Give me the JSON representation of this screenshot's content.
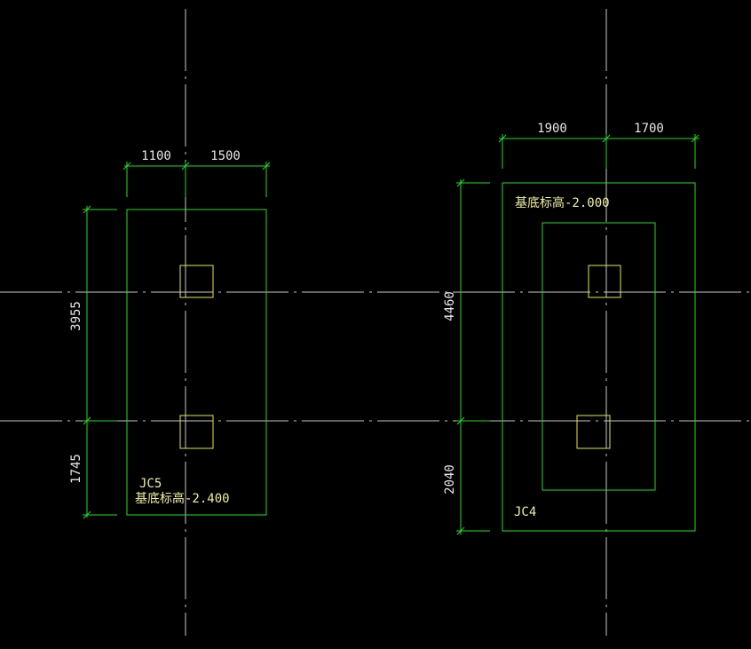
{
  "colors": {
    "background": "#000000",
    "axis": "#c8c8c8",
    "outline": "#22dd22",
    "column": "#e8e84a",
    "text": "#e8e8e8",
    "cad_text": "#f0f0a0"
  },
  "foundations": [
    {
      "id": "JC5",
      "label": "JC5",
      "elevation_text": "基底标高-2.400",
      "dim_top_left": "1100",
      "dim_top_right": "1500",
      "dim_side_upper": "3955",
      "dim_side_lower": "1745"
    },
    {
      "id": "JC4",
      "label": "JC4",
      "elevation_text": "基底标高-2.000",
      "dim_top_left": "1900",
      "dim_top_right": "1700",
      "dim_side_upper": "4460",
      "dim_side_lower": "2040"
    }
  ]
}
